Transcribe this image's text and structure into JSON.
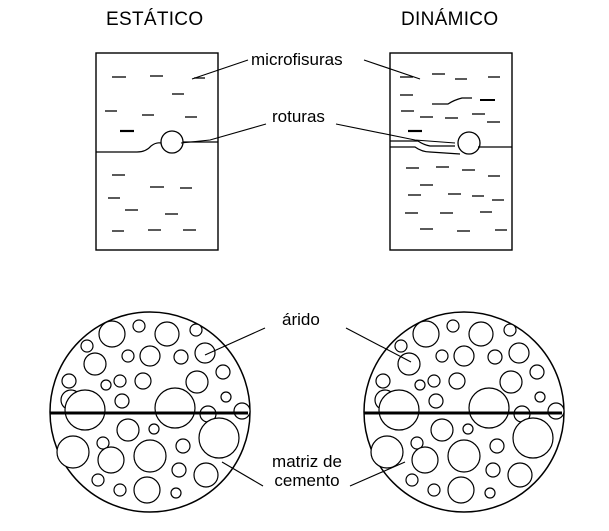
{
  "headings": {
    "static": "ESTÁTICO",
    "dynamic": "DINÁMICO"
  },
  "callouts": {
    "microcracks": "microfisuras",
    "ruptures": "roturas",
    "aggregate": "árido",
    "matrix_line1": "matriz de",
    "matrix_line2": "cemento"
  },
  "colors": {
    "ink": "#000000",
    "background": "#ffffff"
  }
}
